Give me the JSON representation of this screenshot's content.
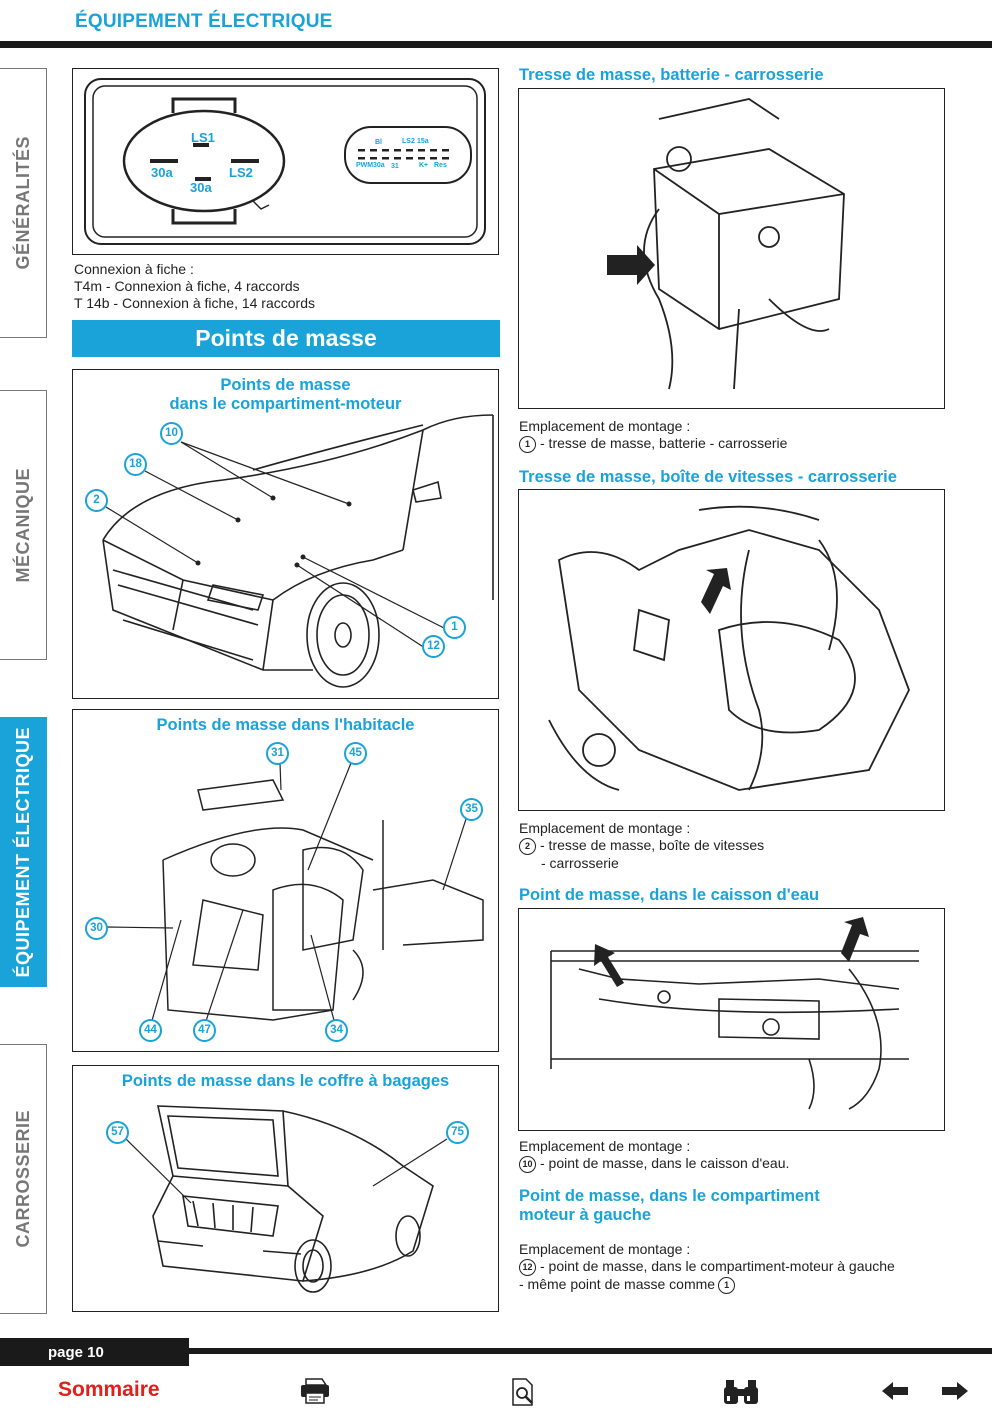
{
  "header": {
    "section_title": "ÉQUIPEMENT ÉLECTRIQUE"
  },
  "tabs": [
    {
      "label": "GÉNÉRALITÉS"
    },
    {
      "label": "MÉCANIQUE"
    },
    {
      "label": "ÉQUIPEMENT ÉLECTRIQUE"
    },
    {
      "label": "CARROSSERIE"
    }
  ],
  "connector": {
    "labels": {
      "ls1": "LS1",
      "left30a": "30a",
      "ls2": "LS2",
      "bottom30a": "30a"
    },
    "small_labels": {
      "bl": "Bl",
      "ls2": "LS2",
      "p15a": "15a",
      "pwm": "PWM",
      "p30a": "30a",
      "p31": "31",
      "kplus": "K+",
      "res": "Res"
    },
    "caption": [
      "Connexion à fiche :",
      "T4m - Connexion à fiche, 4 raccords",
      "T 14b - Connexion à fiche, 14 raccords"
    ]
  },
  "banner": "Points de masse",
  "panel_engine": {
    "title_l1": "Points de masse",
    "title_l2": "dans le compartiment-moteur",
    "callouts": [
      "10",
      "18",
      "2",
      "1",
      "12"
    ]
  },
  "panel_cabin": {
    "title": "Points de masse dans l'habitacle",
    "callouts": [
      "31",
      "45",
      "35",
      "30",
      "44",
      "47",
      "34"
    ]
  },
  "panel_trunk": {
    "title": "Points de masse dans le coffre à bagages",
    "callouts": [
      "57",
      "75"
    ]
  },
  "right": {
    "s1": {
      "title": "Tresse de masse, batterie - carrosserie",
      "cap_l1": "Emplacement de montage :",
      "num": "1",
      "cap_l2": "- tresse de masse, batterie - carrosserie"
    },
    "s2": {
      "title": "Tresse de masse, boîte de vitesses - carrosserie",
      "cap_l1": "Emplacement de montage :",
      "num": "2",
      "cap_l2": "- tresse de masse, boîte de vitesses",
      "cap_l3": "- carrosserie"
    },
    "s3": {
      "title": "Point de masse, dans le caisson d'eau",
      "cap_l1": "Emplacement de montage :",
      "num": "10",
      "cap_l2": "- point de masse, dans le caisson d'eau."
    },
    "s4": {
      "title_l1": "Point de masse, dans le compartiment",
      "title_l2": "moteur à gauche",
      "cap_l1": "Emplacement de montage :",
      "num": "12",
      "cap_l2": "- point de masse, dans le compartiment-moteur à gauche",
      "cap_l3": "- même point de masse comme",
      "num2": "1"
    }
  },
  "footer": {
    "page": "page 10",
    "sommaire": "Sommaire"
  },
  "icons": [
    "printer-icon",
    "zoom-document-icon",
    "binoculars-icon",
    "arrow-left-icon",
    "arrow-right-icon"
  ],
  "colors": {
    "accent": "#1aa3d9",
    "dark": "#1a1a1a",
    "sommaire": "#e0201b"
  }
}
